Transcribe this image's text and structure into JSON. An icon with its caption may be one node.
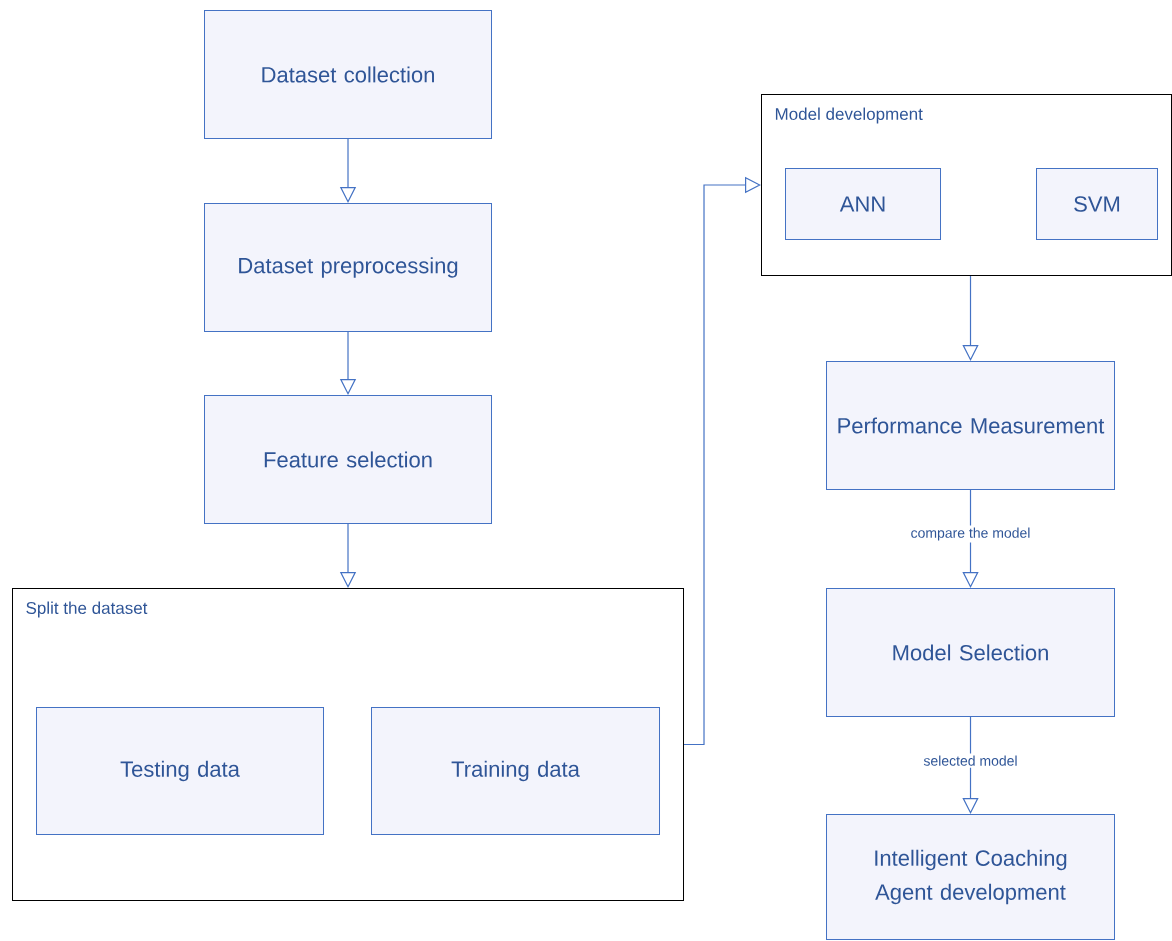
{
  "diagram": {
    "nodes": [
      {
        "text": [
          "Dataset collection"
        ]
      },
      {
        "text": [
          "Dataset preprocessing"
        ]
      },
      {
        "text": [
          "Feature selection"
        ]
      },
      {
        "text": [
          "Split the dataset"
        ]
      },
      {
        "text": [
          "Testing data"
        ],
        "in": 3
      },
      {
        "text": [
          "Training data"
        ],
        "in": 3
      },
      {
        "text": [
          "Model development"
        ]
      },
      {
        "text": [
          "ANN"
        ],
        "in": 6
      },
      {
        "text": [
          "SVM"
        ],
        "in": 6
      },
      {
        "text": [
          "Performance Measurement"
        ]
      },
      {
        "text": [
          "Model Selection"
        ]
      },
      {
        "text": [
          "Intelligent Coaching Agent development"
        ]
      }
    ],
    "edges": [
      {
        "from": 0,
        "to": 1,
        "arrow": "to"
      },
      {
        "from": 1,
        "to": 2,
        "arrow": "to"
      },
      {
        "from": 2,
        "to": 3,
        "arrow": "to"
      },
      {
        "from": 3,
        "to": 6,
        "arrow": "to"
      },
      {
        "from": 6,
        "to": 9,
        "arrow": "to"
      },
      {
        "from": 9,
        "to": 10,
        "arrow": "to",
        "label": "compare the model"
      },
      {
        "from": 10,
        "to": 11,
        "arrow": "to",
        "label": "selected model"
      }
    ]
  }
}
